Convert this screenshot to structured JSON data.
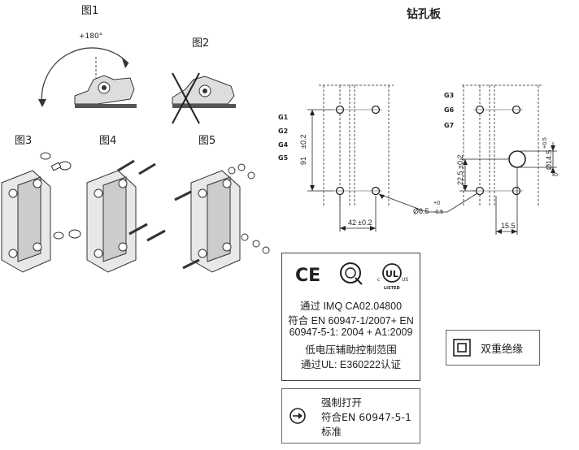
{
  "figures": {
    "fig1": {
      "label": "图1",
      "angle": "+180°"
    },
    "fig2": {
      "label": "图2"
    },
    "fig3": {
      "label": "图3"
    },
    "fig4": {
      "label": "图4"
    },
    "fig5": {
      "label": "图5"
    }
  },
  "drilling": {
    "title": "钻孔板",
    "left_groups": [
      "G1",
      "G2",
      "G4",
      "G5"
    ],
    "right_groups": [
      "G3",
      "G6",
      "G7"
    ],
    "dims": {
      "height": "91",
      "height_tol": "±0.2",
      "spacing": "42",
      "spacing_tol": "±0.2",
      "hole": "Ø6.5",
      "hole_tol_up": "+0",
      "hole_tol_down": "-0.5",
      "offset": "22.5",
      "offset_tol": "±0.2",
      "big_hole": "Ø14.5",
      "big_tol_up": "+0.5",
      "big_tol_down": "0",
      "width_right": "15.5"
    }
  },
  "cert": {
    "marks": [
      "CE",
      "IMQ",
      "cULus"
    ],
    "lines": [
      "通过 IMQ CA02.04800",
      "符合 EN 60947-1/2007+ EN",
      "60947-5-1: 2004 + A1:2009",
      "低电压辅助控制范围",
      "通过UL: E360222认证"
    ]
  },
  "insulation": {
    "label": "双重绝缘"
  },
  "opening": {
    "lines": [
      "强制打开",
      "符合EN 60947-5-1",
      "标准"
    ]
  }
}
